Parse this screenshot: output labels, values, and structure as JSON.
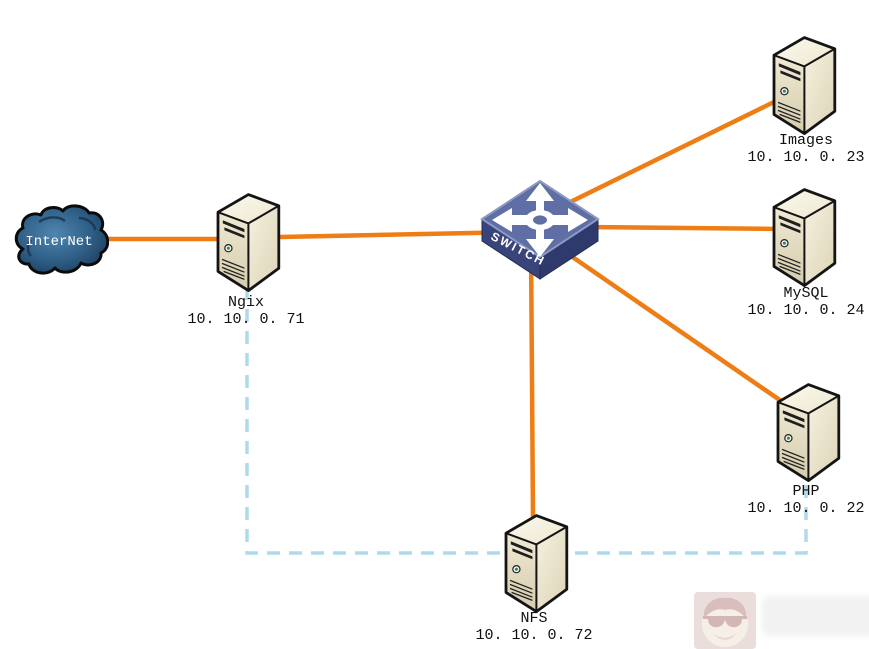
{
  "cloud": {
    "label": "InterNet"
  },
  "switch": {
    "label": "SWITCH"
  },
  "nodes": {
    "ngix": {
      "name": "Ngix",
      "ip": "10. 10. 0. 71"
    },
    "images": {
      "name": "Images",
      "ip": "10. 10. 0. 23"
    },
    "mysql": {
      "name": "MySQL",
      "ip": "10. 10. 0. 24"
    },
    "php": {
      "name": "PHP",
      "ip": "10. 10. 0. 22"
    },
    "nfs": {
      "name": "NFS",
      "ip": "10. 10. 0. 72"
    }
  },
  "links": {
    "solid_color": "#ED7D14",
    "dashed_color": "#AFDAEA",
    "solid": [
      "internet-ngix",
      "ngix-switch",
      "switch-images",
      "switch-mysql",
      "switch-php",
      "switch-nfs"
    ],
    "dashed": [
      "ngix-to-nfs-to-php"
    ]
  },
  "watermark": {
    "logo": "face-with-sunglasses"
  }
}
